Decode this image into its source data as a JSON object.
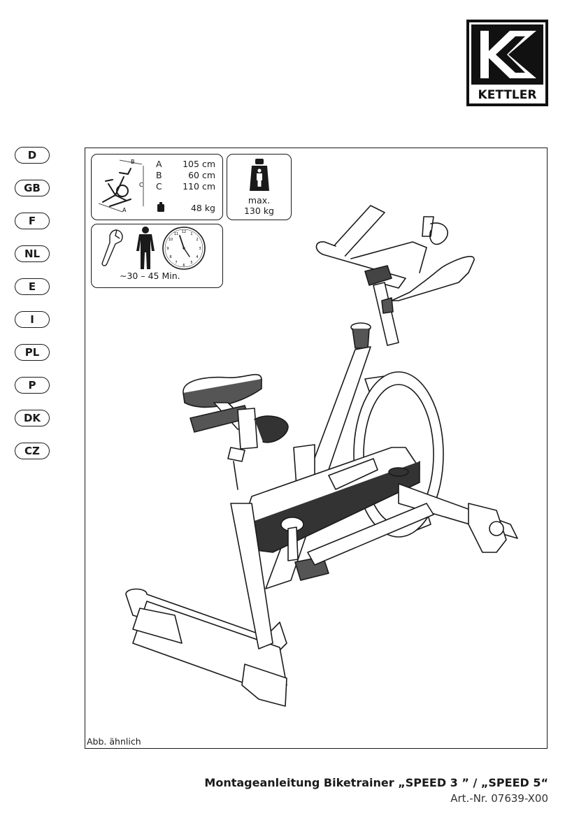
{
  "brand": {
    "name": "KETTLER"
  },
  "languages": [
    "D",
    "GB",
    "F",
    "NL",
    "E",
    "I",
    "PL",
    "P",
    "DK",
    "CZ"
  ],
  "dimensions_box": {
    "diagram_labels": {
      "a": "A",
      "b": "B",
      "c": "C"
    },
    "rows": [
      {
        "letter": "A",
        "value": "105 cm"
      },
      {
        "letter": "B",
        "value": "60 cm"
      },
      {
        "letter": "C",
        "value": "110 cm"
      }
    ],
    "weight": "48  kg",
    "weight_icon": "weight-icon"
  },
  "max_load_box": {
    "line1": "max.",
    "line2": "130 kg",
    "icon": "weight-person-icon"
  },
  "time_box": {
    "duration": "∼30 – 45 Min.",
    "icons": [
      "wrench-icon",
      "person-icon",
      "clock-icon"
    ],
    "clock_numbers": [
      "12",
      "1",
      "2",
      "3",
      "4",
      "5",
      "6",
      "7",
      "8",
      "9",
      "10",
      "11"
    ]
  },
  "illustration_note": "Abb. ähnlich",
  "footer": {
    "title": "Montageanleitung Biketrainer „SPEED 3 ” / „SPEED 5“",
    "article_number": "Art.-Nr. 07639-X00"
  },
  "colors": {
    "ink": "#1a1a1a",
    "background": "#ffffff"
  }
}
